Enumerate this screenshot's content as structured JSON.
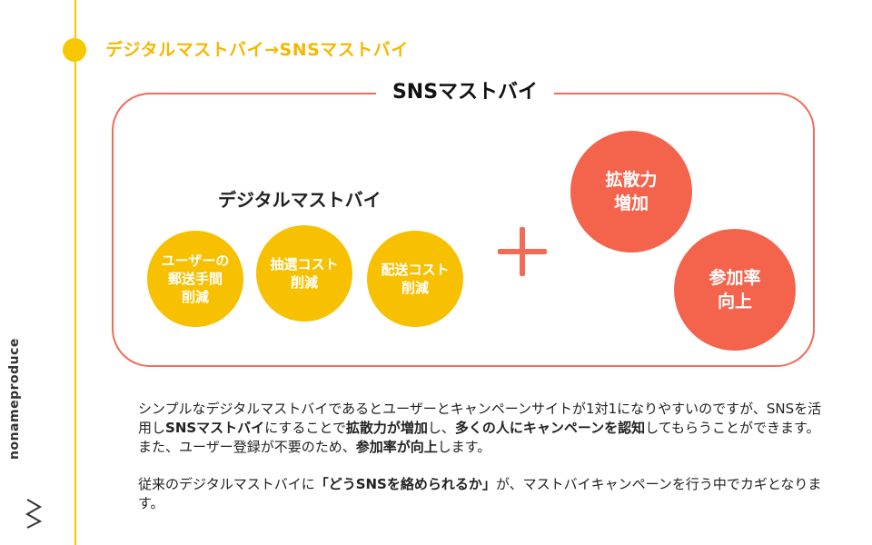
{
  "header": {
    "title": "デジタルマストバイ→SNSマストバイ"
  },
  "brand": {
    "name": "nonameproduce"
  },
  "diagram": {
    "frame_title": "SNSマストバイ",
    "digital_heading": "デジタルマストバイ",
    "yellow_circles": [
      "ユーザーの\n郵送手間\n削減",
      "抽選コスト\n削減",
      "配送コスト\n削減"
    ],
    "coral_circles": [
      "拡散力\n増加",
      "参加率\n向上"
    ]
  },
  "body": {
    "p1": {
      "s1": "シンプルなデジタルマストバイであるとユーザーとキャンペーンサイトが1対1になりやすいのですが、SNSを活用し",
      "b1": "SNSマストバイ",
      "s2": "にすることで",
      "b2": "拡散力が増加",
      "s3": "し、",
      "b3": "多くの人にキャンペーンを認知",
      "s4": "してもらうことができます。また、ユーザー登録が不要のため、",
      "b4": "参加率が向上",
      "s5": "します。"
    },
    "p2": {
      "s1": "従来のデジタルマストバイに",
      "b1": "「どうSNSを絡められるか」",
      "s2": "が、マストバイキャンペーンを行う中でカギとなります。"
    }
  },
  "colors": {
    "yellow": "#f7c000",
    "coral": "#f4634c",
    "frame": "#f26b55",
    "title": "#f5b800"
  }
}
